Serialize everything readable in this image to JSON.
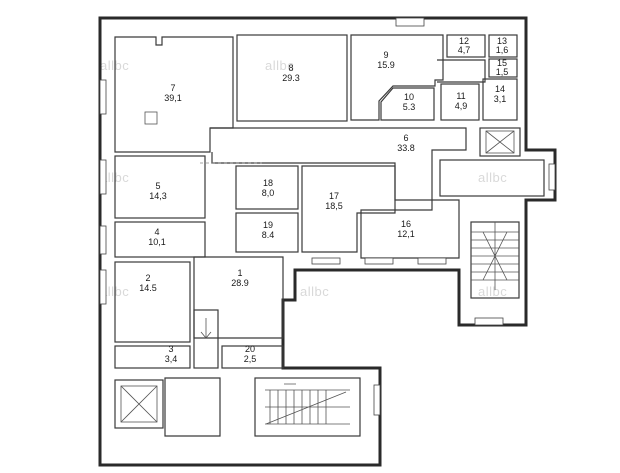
{
  "rooms": [
    {
      "number": "7",
      "area": "39,1"
    },
    {
      "number": "8",
      "area": "29.3"
    },
    {
      "number": "9",
      "area": "15.9"
    },
    {
      "number": "10",
      "area": "5.3"
    },
    {
      "number": "12",
      "area": "4,7"
    },
    {
      "number": "13",
      "area": "1,6"
    },
    {
      "number": "15",
      "area": "1,5"
    },
    {
      "number": "11",
      "area": "4,9"
    },
    {
      "number": "14",
      "area": "3,1"
    },
    {
      "number": "6",
      "area": "33.8"
    },
    {
      "number": "5",
      "area": "14,3"
    },
    {
      "number": "18",
      "area": "8,0"
    },
    {
      "number": "17",
      "area": "18,5"
    },
    {
      "number": "19",
      "area": "8.4"
    },
    {
      "number": "16",
      "area": "12,1"
    },
    {
      "number": "4",
      "area": "10,1"
    },
    {
      "number": "2",
      "area": "14.5"
    },
    {
      "number": "1",
      "area": "28.9"
    },
    {
      "number": "3",
      "area": "3,4"
    },
    {
      "number": "20",
      "area": "2,5"
    }
  ],
  "watermark": "allbc"
}
